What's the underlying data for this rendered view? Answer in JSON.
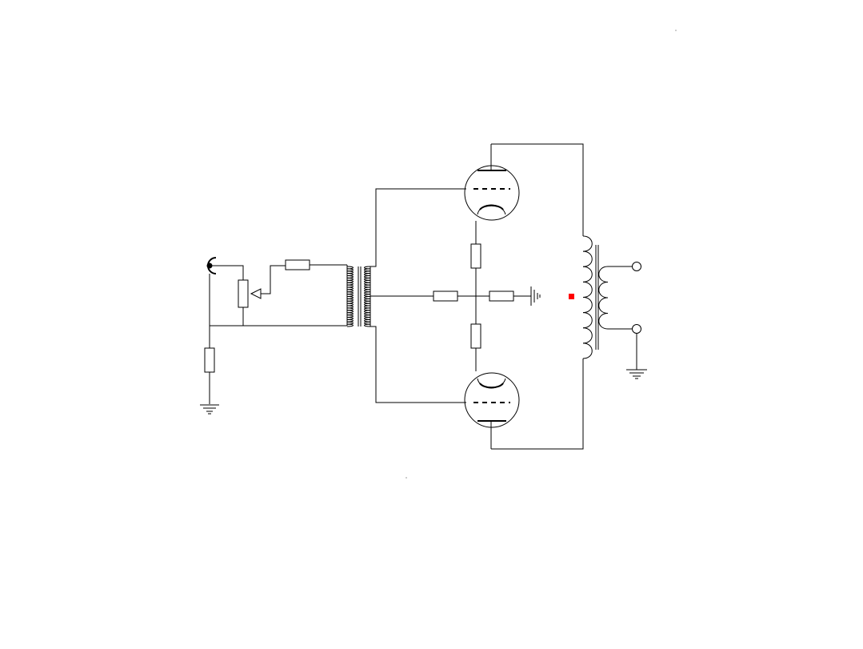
{
  "colors": {
    "background": "#ffffff",
    "wire": "#000000",
    "marker": "#ff0000"
  },
  "components": [
    "input-jack",
    "potentiometer",
    "series-resistor",
    "cathode-resistor",
    "interstage-transformer",
    "upper-triode",
    "lower-triode",
    "grid-resistor-upper",
    "grid-resistor-lower",
    "bias-resistor-left",
    "bias-resistor-right",
    "output-transformer",
    "output-terminal-top",
    "output-terminal-bottom"
  ]
}
